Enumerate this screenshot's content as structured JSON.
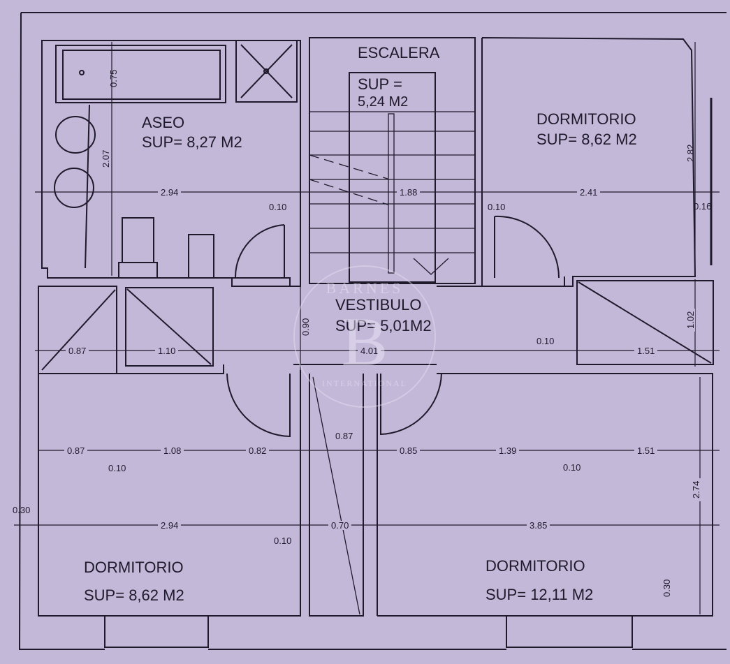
{
  "plan": {
    "background_color": "#c3b8d8",
    "line_color": "#1e1a2c",
    "rooms": [
      {
        "id": "aseo",
        "name": "ASEO",
        "area": "SUP= 8,27 M2"
      },
      {
        "id": "escalera",
        "name": "ESCALERA",
        "area_line1": "SUP =",
        "area_line2": "5,24 M2"
      },
      {
        "id": "dormitorio-ne",
        "name": "DORMITORIO",
        "area": "SUP= 8,62 M2"
      },
      {
        "id": "vestibulo",
        "name": "VESTIBULO",
        "area": "SUP= 5,01M2"
      },
      {
        "id": "dormitorio-sw",
        "name": "DORMITORIO",
        "area": "SUP= 8,62 M2"
      },
      {
        "id": "dormitorio-se",
        "name": "DORMITORIO",
        "area": "SUP= 12,11 M2"
      }
    ],
    "dimensions": {
      "aseo_bath_depth": "0.75",
      "aseo_height": "2.07",
      "aseo_width": "2.94",
      "aseo_wall": "0.10",
      "stair_width": "1.88",
      "dorm_ne_wall": "0.10",
      "dorm_ne_width": "2.41",
      "dorm_ne_height": "2.82",
      "dorm_ne_side": "0.16",
      "closet_a": "0.87",
      "closet_b": "1.10",
      "vestibulo_height": "0.90",
      "vestibulo_width": "4.01",
      "closet_ne_wall": "0.10",
      "closet_ne_width": "1.51",
      "closet_ne_height": "1.02",
      "sw_seg1": "0.87",
      "sw_wall": "0.10",
      "sw_seg2": "1.08",
      "sw_seg3": "0.82",
      "center_door": "0.87",
      "se_seg1": "0.85",
      "se_seg2": "1.39",
      "se_wall": "0.10",
      "se_seg3": "1.51",
      "outer_wall_w": "0.30",
      "dorm_sw_width": "2.94",
      "dorm_sw_wall": "0.10",
      "passage": "0.70",
      "dorm_se_width": "3.85",
      "dorm_se_height": "2.74",
      "outer_wall_se": "0.30"
    },
    "watermark": {
      "top": "BARNES",
      "letter": "B",
      "bottom": "INTERNATIONAL"
    }
  }
}
